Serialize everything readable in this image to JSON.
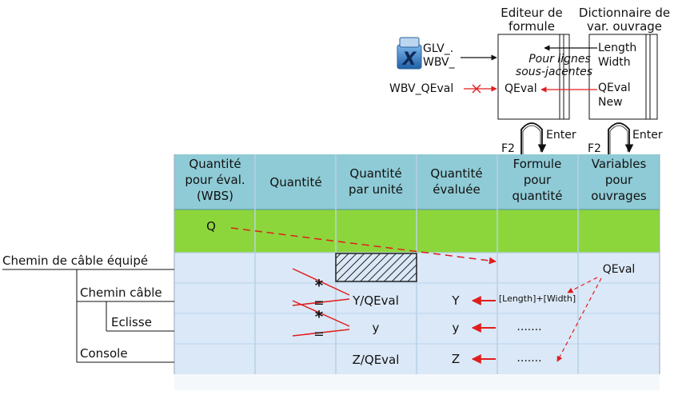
{
  "top_panel": {
    "editor_title_line1": "Editeur de",
    "editor_title_line2": "formule",
    "dict_title_line1": "Dictionnaire de",
    "dict_title_line2": "var. ouvrage",
    "excel_var_line1": "GLV_.",
    "excel_var_line2": "WBV_",
    "wbv_qeval_label": "WBV_QEval",
    "qeval_editor": "QEval",
    "note_line1": "Pour lignes",
    "note_line2": "sous-jacentes",
    "dict_items": [
      "Length",
      "Width",
      "QEval",
      "New"
    ],
    "f2_left": "F2",
    "enter_left": "Enter",
    "f2_right": "F2",
    "enter_right": "Enter"
  },
  "table": {
    "headers": [
      [
        "Quantité",
        "pour éval.",
        "(WBS)"
      ],
      [
        "Quantité"
      ],
      [
        "Quantité",
        "par unité"
      ],
      [
        "Quantité",
        "évaluée"
      ],
      [
        "Formule",
        "pour",
        "quantité"
      ],
      [
        "Variables",
        "pour",
        "ouvrages"
      ]
    ],
    "q_label": "Q",
    "qeval_cell": "QEval",
    "formula_cell": "[Length]+[Width]",
    "row_values": {
      "unit_row2": "Y/QEval",
      "unit_row3": "y",
      "unit_row4": "Z/QEval",
      "eval_row2": "Y",
      "eval_row3": "y",
      "eval_row4": "Z",
      "dots_row3": ".......",
      "dots_row4": "......."
    },
    "op_multiply": "*",
    "op_equals": "="
  },
  "tree": {
    "items": [
      "Chemin de câble équipé",
      "Chemin câble",
      "Eclisse",
      "Console"
    ]
  },
  "icon": {
    "name": "excel-icon",
    "glyph": "X"
  },
  "colors": {
    "header_bg": "#8fcbd6",
    "green_row": "#8cd63c",
    "body_bg": "#dbe8f7",
    "grid_line": "#c9def2",
    "arrow_red": "#e11d1d",
    "dark": "#111111"
  }
}
